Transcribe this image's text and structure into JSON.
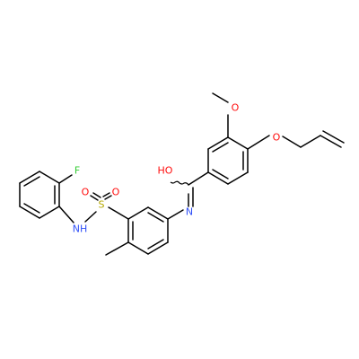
{
  "diagram": {
    "type": "chemical-structure",
    "atoms": [
      {
        "id": "F",
        "label": "F",
        "color": "#33cc33"
      },
      {
        "id": "NH",
        "label": "NH",
        "color": "#3050f8"
      },
      {
        "id": "S",
        "label": "S",
        "color": "#b5a800"
      },
      {
        "id": "O_s1",
        "label": "O",
        "color": "#ff0d0d"
      },
      {
        "id": "O_s2",
        "label": "O",
        "color": "#ff0d0d"
      },
      {
        "id": "N_im",
        "label": "N",
        "color": "#3050f8"
      },
      {
        "id": "HO",
        "label": "HO",
        "color": "#ff0d0d"
      },
      {
        "id": "O_me",
        "label": "O",
        "color": "#ff0d0d"
      },
      {
        "id": "O_al",
        "label": "O",
        "color": "#ff0d0d"
      }
    ]
  }
}
